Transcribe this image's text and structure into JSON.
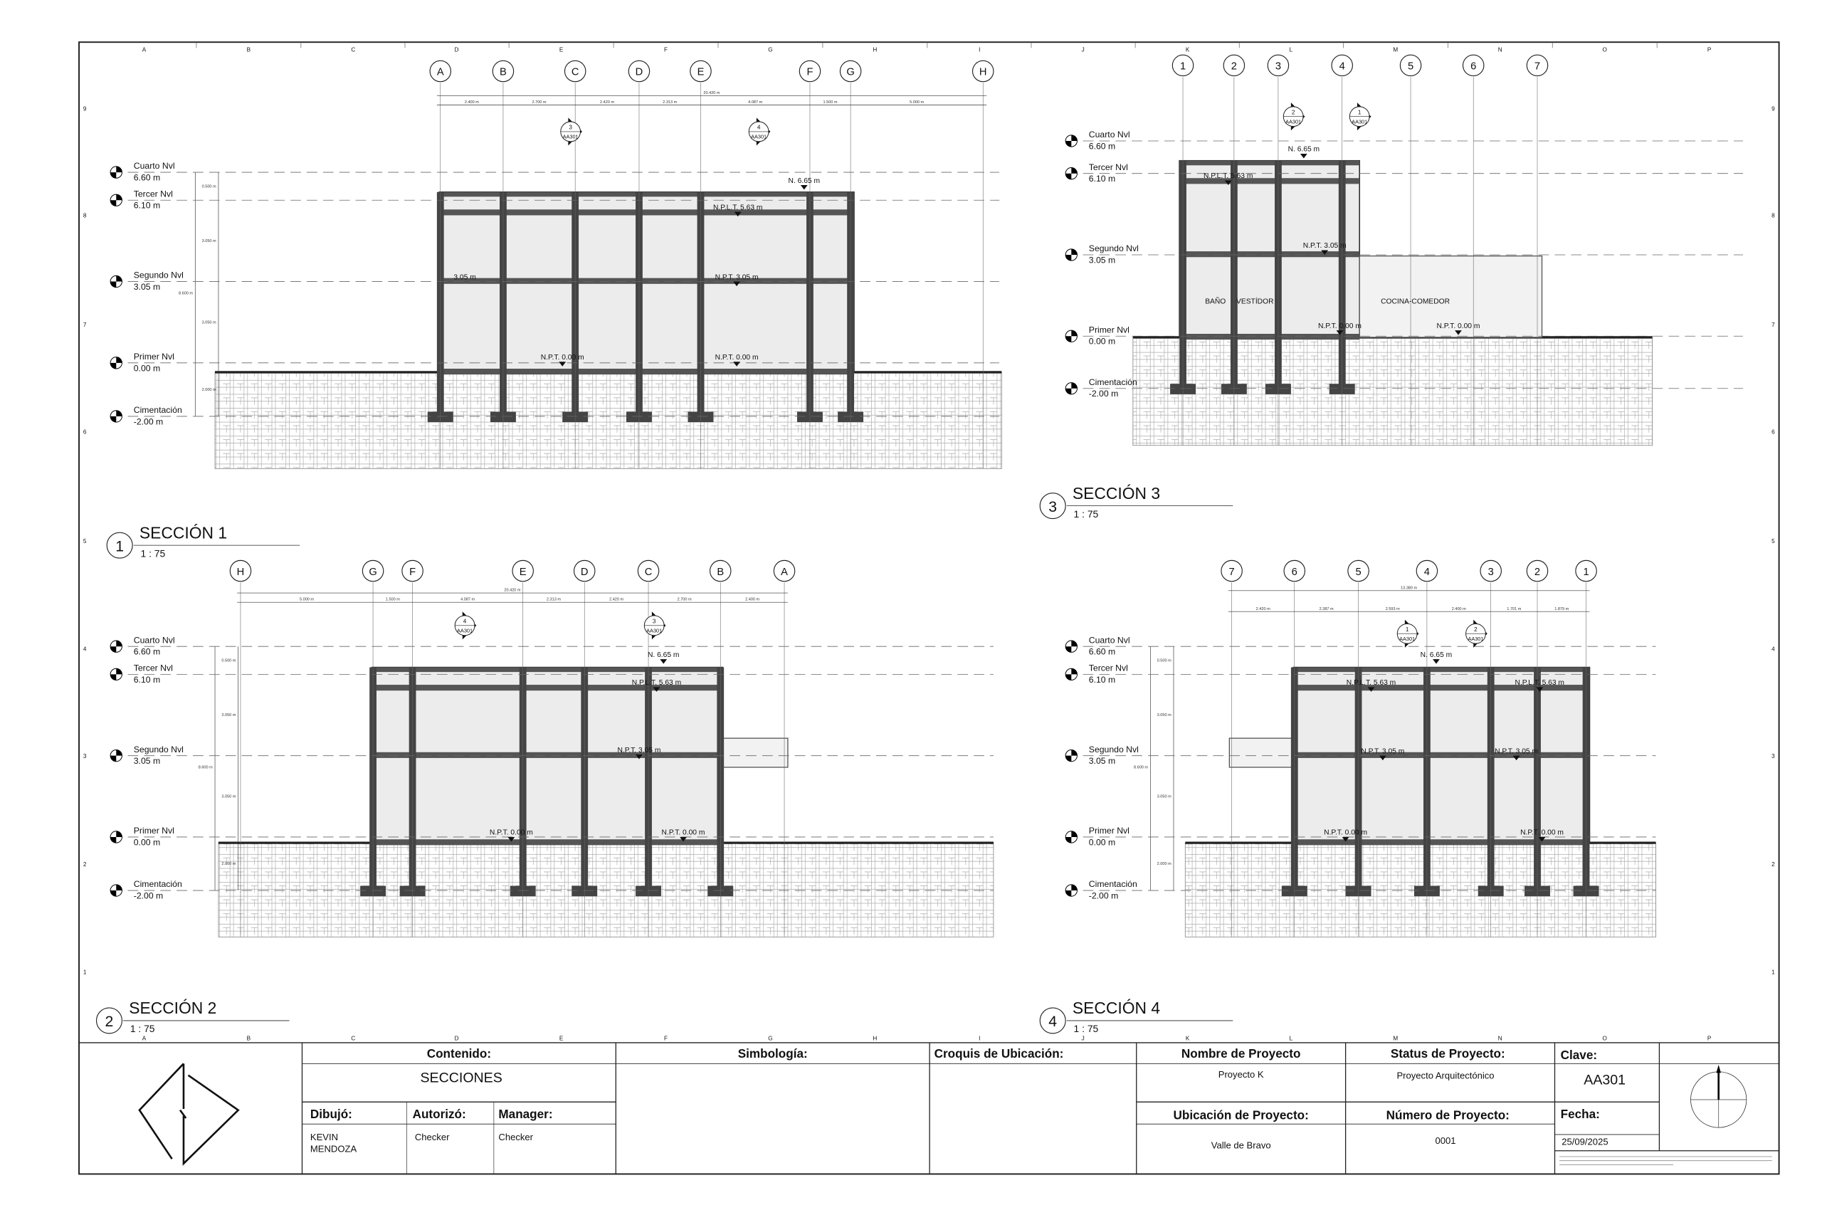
{
  "sheet": {
    "columns": [
      "A",
      "B",
      "C",
      "D",
      "E",
      "F",
      "G",
      "H",
      "I",
      "J",
      "K",
      "L",
      "M",
      "N",
      "O",
      "P"
    ],
    "rows": [
      "9",
      "8",
      "7",
      "6",
      "5",
      "4",
      "3",
      "2",
      "1"
    ]
  },
  "sections": [
    {
      "id": "s1",
      "number": "1",
      "title": "SECCIÓN 1",
      "scale": "1 : 75",
      "grids": [
        "A",
        "B",
        "C",
        "D",
        "E",
        "F",
        "G",
        "H"
      ],
      "dims": [
        "2.400 m",
        "2.700 m",
        "2.420 m",
        "2.313 m",
        "4.087 m",
        "1.500 m",
        "5.000 m"
      ],
      "total_dim": "20.420 m",
      "vertical_dims": [
        "0.500 m",
        "3.050 m",
        "3.050 m",
        "2.000 m"
      ],
      "vertical_total": "8.600 m",
      "levels": [
        {
          "name": "Cuarto Nvl",
          "elev": "6.60 m"
        },
        {
          "name": "Tercer Nvl",
          "elev": "6.10 m"
        },
        {
          "name": "Segundo Nvl",
          "elev": "3.05 m"
        },
        {
          "name": "Primer Nvl",
          "elev": "0.00 m"
        },
        {
          "name": "Cimentación",
          "elev": "-2.00 m"
        }
      ],
      "markers": [
        {
          "num": "3",
          "sheet": "AA301"
        },
        {
          "num": "4",
          "sheet": "AA301"
        }
      ],
      "notes": [
        "N. 6.65 m",
        "N.P.L.T. 5.63 m",
        "3.05 m",
        "N.P.T. 3.05 m",
        "N.P.T. 0.00 m",
        "N.P.T. 0.00 m"
      ]
    },
    {
      "id": "s3",
      "number": "3",
      "title": "SECCIÓN 3",
      "scale": "1 : 75",
      "grids": [
        "1",
        "2",
        "3",
        "4",
        "5",
        "6",
        "7"
      ],
      "dims": [],
      "total_dim": "",
      "vertical_dims": [],
      "vertical_total": "",
      "levels": [
        {
          "name": "Cuarto Nvl",
          "elev": "6.60 m"
        },
        {
          "name": "Tercer Nvl",
          "elev": "6.10 m"
        },
        {
          "name": "Segundo Nvl",
          "elev": "3.05 m"
        },
        {
          "name": "Primer Nvl",
          "elev": "0.00 m"
        },
        {
          "name": "Cimentación",
          "elev": "-2.00 m"
        }
      ],
      "markers": [
        {
          "num": "2",
          "sheet": "AA301"
        },
        {
          "num": "1",
          "sheet": "AA301"
        }
      ],
      "notes": [
        "N. 6.65 m",
        "N.P.L.T. 5.63 m",
        "N.P.T. 3.05 m",
        "BAÑO",
        "VESTÍDOR",
        "COCINA-COMEDOR",
        "N.P.T. 0.00 m",
        "N.P.T. 0.00 m"
      ]
    },
    {
      "id": "s2",
      "number": "2",
      "title": "SECCIÓN 2",
      "scale": "1 : 75",
      "grids": [
        "H",
        "G",
        "F",
        "E",
        "D",
        "C",
        "B",
        "A"
      ],
      "dims": [
        "5.000 m",
        "1.500 m",
        "4.087 m",
        "2.313 m",
        "2.420 m",
        "2.700 m",
        "2.400 m"
      ],
      "total_dim": "20.420 m",
      "vertical_dims": [
        "0.500 m",
        "3.050 m",
        "3.050 m",
        "2.000 m"
      ],
      "vertical_total": "8.600 m",
      "levels": [
        {
          "name": "Cuarto Nvl",
          "elev": "6.60 m"
        },
        {
          "name": "Tercer Nvl",
          "elev": "6.10 m"
        },
        {
          "name": "Segundo Nvl",
          "elev": "3.05 m"
        },
        {
          "name": "Primer Nvl",
          "elev": "0.00 m"
        },
        {
          "name": "Cimentación",
          "elev": "-2.00 m"
        }
      ],
      "markers": [
        {
          "num": "4",
          "sheet": "AA301"
        },
        {
          "num": "3",
          "sheet": "AA301"
        }
      ],
      "notes": [
        "N. 6.65 m",
        "N.P.L.T. 5.63 m",
        "N.P.T. 3.05 m",
        "N.P.T. 0.00 m",
        "N.P.T. 0.00 m"
      ]
    },
    {
      "id": "s4",
      "number": "4",
      "title": "SECCIÓN 4",
      "scale": "1 : 75",
      "grids": [
        "7",
        "6",
        "5",
        "4",
        "3",
        "2",
        "1"
      ],
      "dims": [
        "2.420 m",
        "2.387 m",
        "2.593 m",
        "2.400 m",
        "1.701 m",
        "1.879 m"
      ],
      "total_dim": "13.380 m",
      "vertical_dims": [
        "0.500 m",
        "3.050 m",
        "3.050 m",
        "2.000 m"
      ],
      "vertical_total": "8.600 m",
      "levels": [
        {
          "name": "Cuarto Nvl",
          "elev": "6.60 m"
        },
        {
          "name": "Tercer Nvl",
          "elev": "6.10 m"
        },
        {
          "name": "Segundo Nvl",
          "elev": "3.05 m"
        },
        {
          "name": "Primer Nvl",
          "elev": "0.00 m"
        },
        {
          "name": "Cimentación",
          "elev": "-2.00 m"
        }
      ],
      "markers": [
        {
          "num": "1",
          "sheet": "AA301"
        },
        {
          "num": "2",
          "sheet": "AA301"
        }
      ],
      "notes": [
        "N. 6.65 m",
        "N.P.L.T. 5.63 m",
        "N.P.L.T. 5.63 m",
        "N.P.T. 3.05 m",
        "N.P.T. 3.05 m",
        "N.P.T. 0.00 m",
        "N.P.T. 0.00 m"
      ]
    }
  ],
  "title_block": {
    "contenido_label": "Contenido:",
    "contenido_value": "SECCIONES",
    "dibujo_label": "Dibujó:",
    "dibujo_value_1": "KEVIN",
    "dibujo_value_2": "MENDOZA",
    "autorizo_label": "Autorizó:",
    "autorizo_value": "Checker",
    "manager_label": "Manager:",
    "manager_value": "Checker",
    "simbologia_label": "Simbología:",
    "croquis_label": "Croquis de Ubicación:",
    "nombre_label": "Nombre de Proyecto",
    "nombre_value": "Proyecto K",
    "status_label": "Status de Proyecto:",
    "status_value": "Proyecto Arquitectónico",
    "clave_label": "Clave:",
    "clave_value": "AA301",
    "ubicacion_label": "Ubicación de Proyecto:",
    "ubicacion_value": "Valle de Bravo",
    "numero_label": "Número de Proyecto:",
    "numero_value": "0001",
    "fecha_label": "Fecha:",
    "fecha_value": "25/09/2025"
  }
}
